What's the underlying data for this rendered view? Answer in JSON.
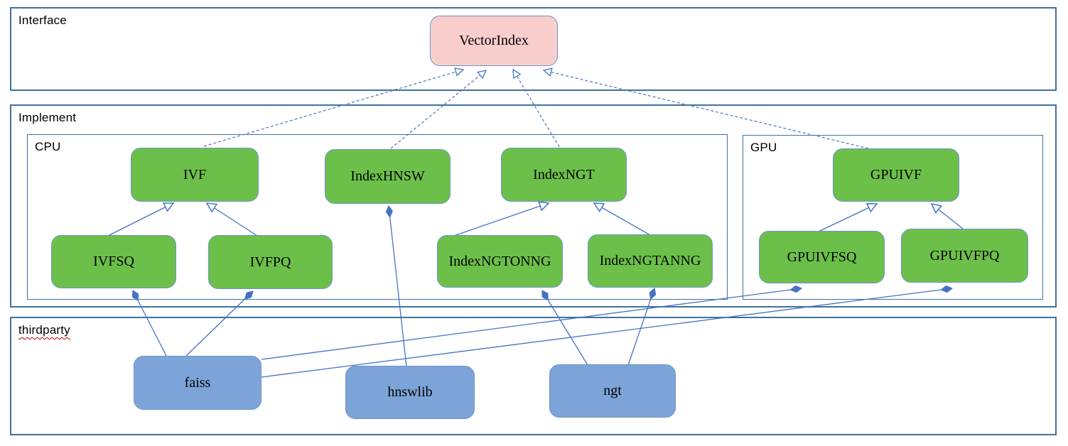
{
  "diagram": {
    "containers": {
      "interface": {
        "label": "Interface"
      },
      "implement": {
        "label": "Implement"
      },
      "cpu": {
        "label": "CPU"
      },
      "gpu": {
        "label": "GPU"
      },
      "thirdparty": {
        "label": "thirdparty"
      }
    },
    "nodes": {
      "vectorindex": {
        "label": "VectorIndex"
      },
      "ivf": {
        "label": "IVF"
      },
      "indexhnsw": {
        "label": "IndexHNSW"
      },
      "indexngt": {
        "label": "IndexNGT"
      },
      "ivfsq": {
        "label": "IVFSQ"
      },
      "ivfpq": {
        "label": "IVFPQ"
      },
      "indexngtonng": {
        "label": "IndexNGTONNG"
      },
      "indexngtanng": {
        "label": "IndexNGTANNG"
      },
      "gpuivf": {
        "label": "GPUIVF"
      },
      "gpuivfsq": {
        "label": "GPUIVFSQ"
      },
      "gpuivfpq": {
        "label": "GPUIVFPQ"
      },
      "faiss": {
        "label": "faiss"
      },
      "hnswlib": {
        "label": "hnswlib"
      },
      "ngt": {
        "label": "ngt"
      }
    },
    "relations": [
      {
        "from": "IVF",
        "to": "VectorIndex",
        "type": "realization"
      },
      {
        "from": "IndexHNSW",
        "to": "VectorIndex",
        "type": "realization"
      },
      {
        "from": "IndexNGT",
        "to": "VectorIndex",
        "type": "realization"
      },
      {
        "from": "GPUIVF",
        "to": "VectorIndex",
        "type": "realization"
      },
      {
        "from": "IVFSQ",
        "to": "IVF",
        "type": "generalization"
      },
      {
        "from": "IVFPQ",
        "to": "IVF",
        "type": "generalization"
      },
      {
        "from": "IndexNGTONNG",
        "to": "IndexNGT",
        "type": "generalization"
      },
      {
        "from": "IndexNGTANNG",
        "to": "IndexNGT",
        "type": "generalization"
      },
      {
        "from": "GPUIVFSQ",
        "to": "GPUIVF",
        "type": "generalization"
      },
      {
        "from": "GPUIVFPQ",
        "to": "GPUIVF",
        "type": "generalization"
      },
      {
        "from": "faiss",
        "to": "IVFSQ",
        "type": "composition"
      },
      {
        "from": "faiss",
        "to": "IVFPQ",
        "type": "composition"
      },
      {
        "from": "faiss",
        "to": "GPUIVFSQ",
        "type": "composition"
      },
      {
        "from": "faiss",
        "to": "GPUIVFPQ",
        "type": "composition"
      },
      {
        "from": "hnswlib",
        "to": "IndexHNSW",
        "type": "composition"
      },
      {
        "from": "ngt",
        "to": "IndexNGTONNG",
        "type": "composition"
      },
      {
        "from": "ngt",
        "to": "IndexNGTANNG",
        "type": "composition"
      }
    ],
    "colors": {
      "container_border": "#41719C",
      "node_border": "#6E93C8",
      "interface_fill": "#F8CECC",
      "impl_fill": "#6CC04A",
      "thirdparty_fill": "#7CA4D8",
      "line": "#4472C4",
      "spellcheck_underline": "#C00000",
      "text": "#000000"
    }
  }
}
